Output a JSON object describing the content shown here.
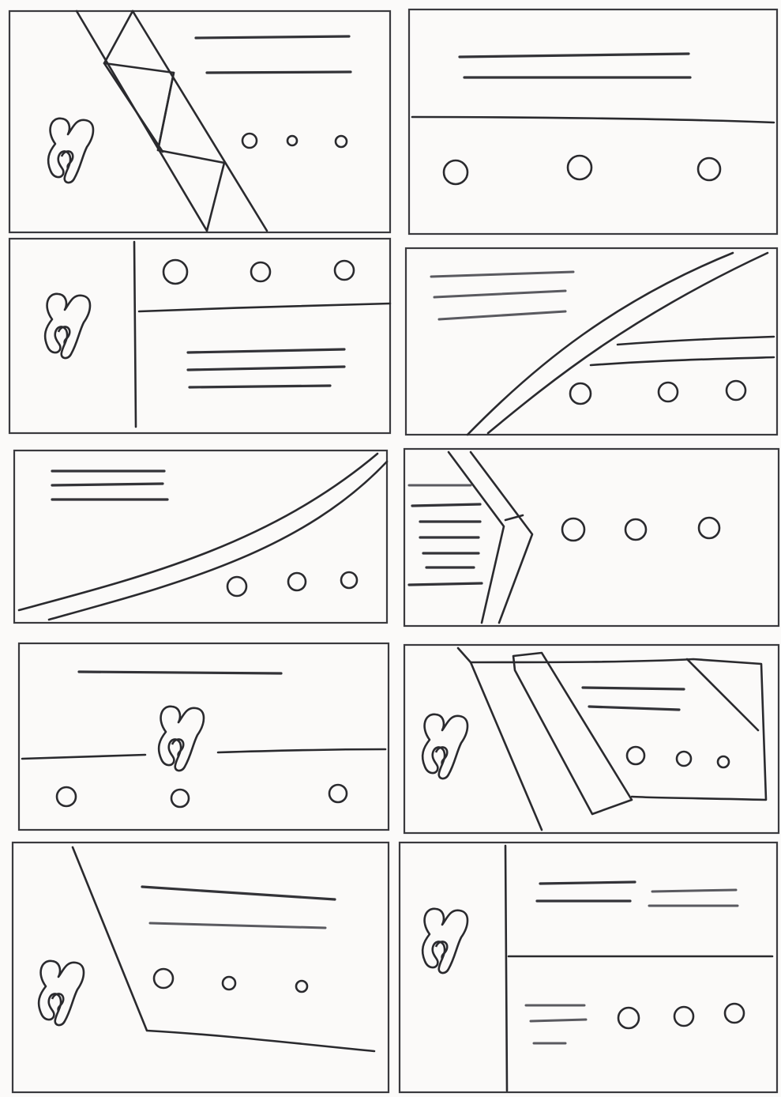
{
  "sheet": {
    "paper_color": "#fbfaf9",
    "ink_color": "#2a2a2e"
  },
  "panels": [
    {
      "id": "panel-1",
      "elements": [
        "logo-icon",
        "triangle-band",
        "text-lines",
        "dots"
      ]
    },
    {
      "id": "panel-2",
      "elements": [
        "text-lines",
        "divider-line",
        "dots"
      ]
    },
    {
      "id": "panel-3",
      "elements": [
        "logo-icon",
        "sidebar-divider",
        "dots",
        "text-lines"
      ]
    },
    {
      "id": "panel-4",
      "elements": [
        "text-lines",
        "diagonal-band",
        "dots"
      ]
    },
    {
      "id": "panel-5",
      "elements": [
        "text-lines",
        "curved-band",
        "dots"
      ]
    },
    {
      "id": "panel-6",
      "elements": [
        "chevron-band",
        "text-lines",
        "dots"
      ]
    },
    {
      "id": "panel-7",
      "elements": [
        "text-line",
        "logo-icon",
        "divider-line",
        "dots"
      ]
    },
    {
      "id": "panel-8",
      "elements": [
        "logo-icon",
        "slanted-card",
        "text-lines",
        "dots"
      ]
    },
    {
      "id": "panel-9",
      "elements": [
        "logo-icon",
        "slanted-divider",
        "text-lines",
        "dots"
      ]
    },
    {
      "id": "panel-10",
      "elements": [
        "logo-icon",
        "sidebar-divider",
        "text-lines",
        "divider-line",
        "dots"
      ]
    }
  ]
}
